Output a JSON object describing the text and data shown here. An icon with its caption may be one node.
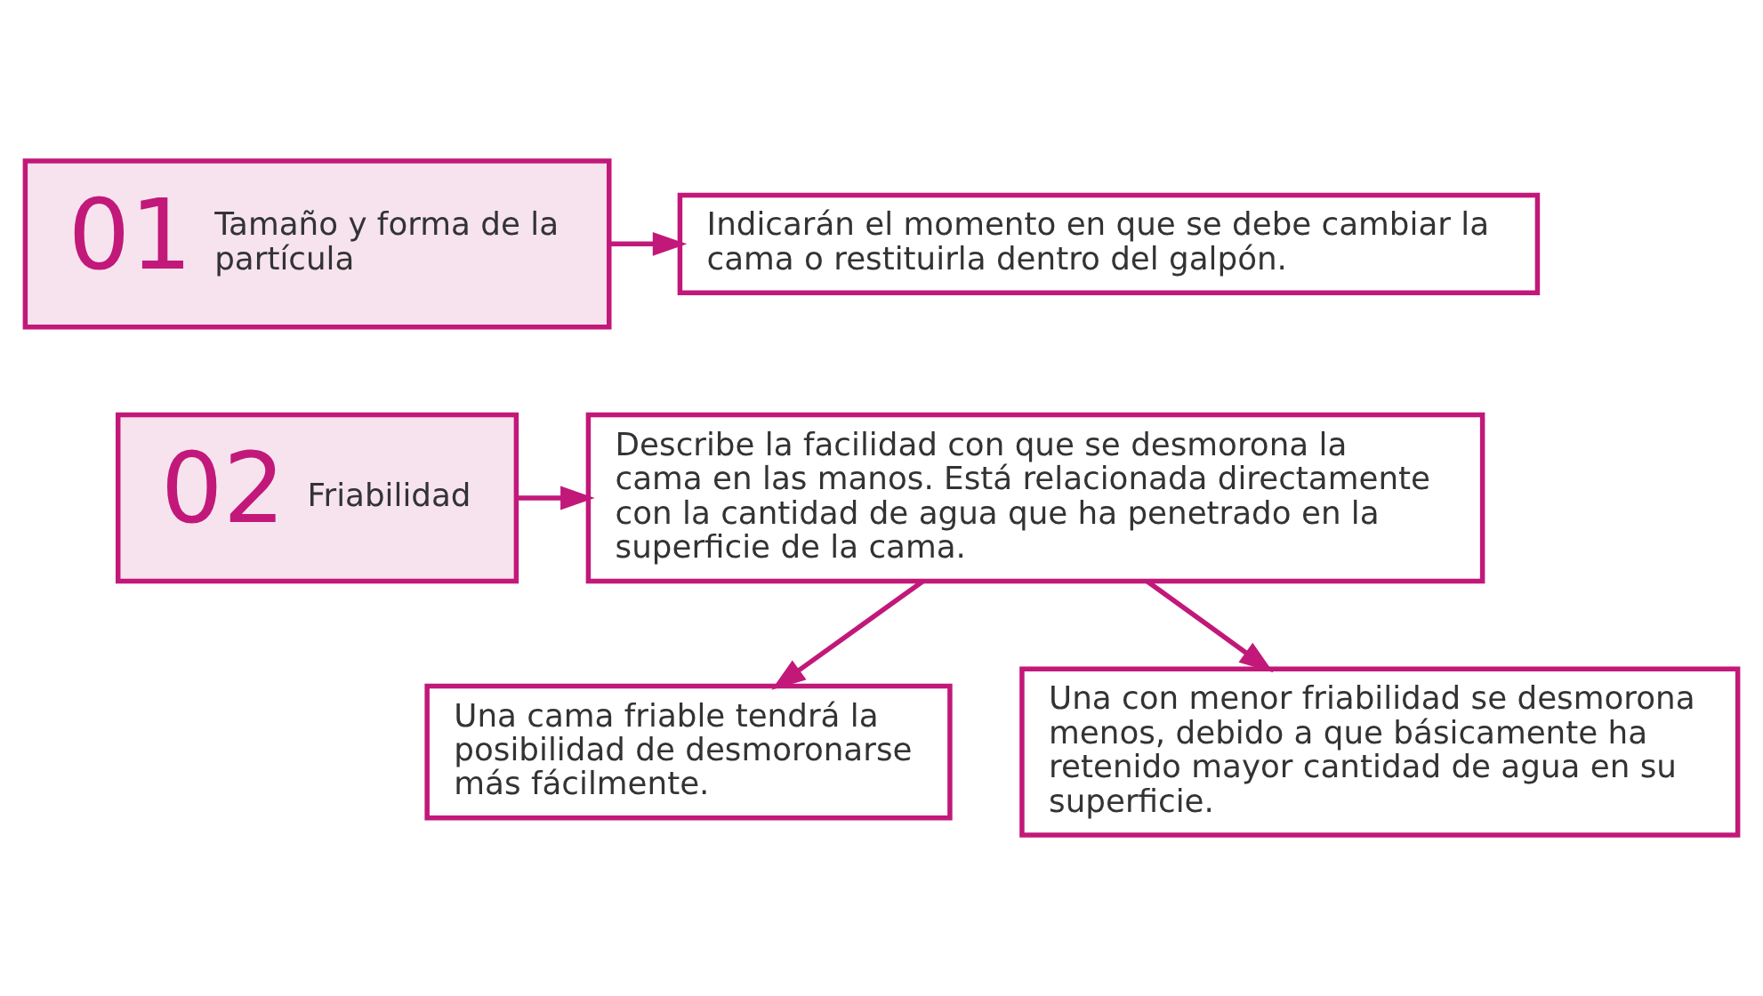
{
  "diagram": {
    "nodes": [
      {
        "text": [
          "01",
          "Tamaño y forma de la partícula"
        ]
      },
      {
        "text": [
          "Indicarán el momento en que se debe cambiar la cama o restituirla dentro del galpón."
        ]
      },
      {
        "text": [
          "02",
          "Friabilidad"
        ]
      },
      {
        "text": [
          "Describe la facilidad con que se desmorona la cama en las manos. Está relacionada directamente con la cantidad de agua que ha penetrado en la superficie de la cama."
        ]
      },
      {
        "text": [
          "Una cama friable tendrá la posibilidad de desmoronarse más fácilmente."
        ]
      },
      {
        "text": [
          "Una con menor friabilidad se desmorona menos, debido a que básicamente ha retenido mayor cantidad de agua en su superficie."
        ]
      }
    ],
    "edges": [
      {
        "from": 0,
        "to": 1,
        "arrow": "to"
      },
      {
        "from": 2,
        "to": 3,
        "arrow": "to"
      },
      {
        "from": 3,
        "to": 4,
        "arrow": "to"
      },
      {
        "from": 3,
        "to": 5,
        "arrow": "to"
      }
    ]
  }
}
